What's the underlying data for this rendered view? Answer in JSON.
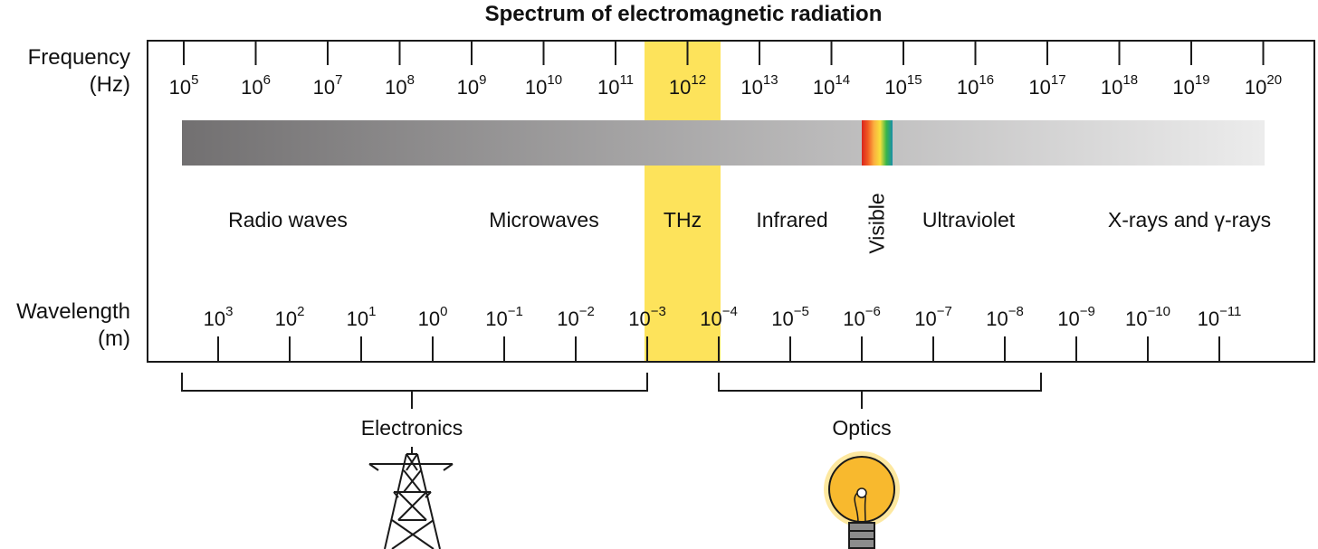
{
  "title": "Spectrum of electromagnetic radiation",
  "frequency_axis": {
    "label_line1": "Frequency",
    "label_line2": "(Hz)",
    "base": "10",
    "exponents": [
      "5",
      "6",
      "7",
      "8",
      "9",
      "10",
      "11",
      "12",
      "13",
      "14",
      "15",
      "16",
      "17",
      "18",
      "19",
      "20"
    ]
  },
  "wavelength_axis": {
    "label_line1": "Wavelength",
    "label_line2": "(m)",
    "base": "10",
    "exponents": [
      "3",
      "2",
      "1",
      "0",
      "−1",
      "−2",
      "−3",
      "−4",
      "−5",
      "−6",
      "−7",
      "−8",
      "−9",
      "−10",
      "−11"
    ]
  },
  "bands": {
    "radio": "Radio waves",
    "microwaves": "Microwaves",
    "thz": "THz",
    "infrared": "Infrared",
    "visible": "Visible",
    "ultraviolet": "Ultraviolet",
    "xrays": "X-rays and γ-rays"
  },
  "groups": {
    "electronics": "Electronics",
    "optics": "Optics"
  },
  "colors": {
    "thz_highlight": "#fde35b",
    "gradient_dark": "#727071",
    "gradient_light": "#ececec",
    "bulb": "#f8b92e",
    "bulb_halo": "#fde8a0"
  },
  "icons": {
    "electronics": "power-pylon-icon",
    "optics": "light-bulb-icon"
  }
}
